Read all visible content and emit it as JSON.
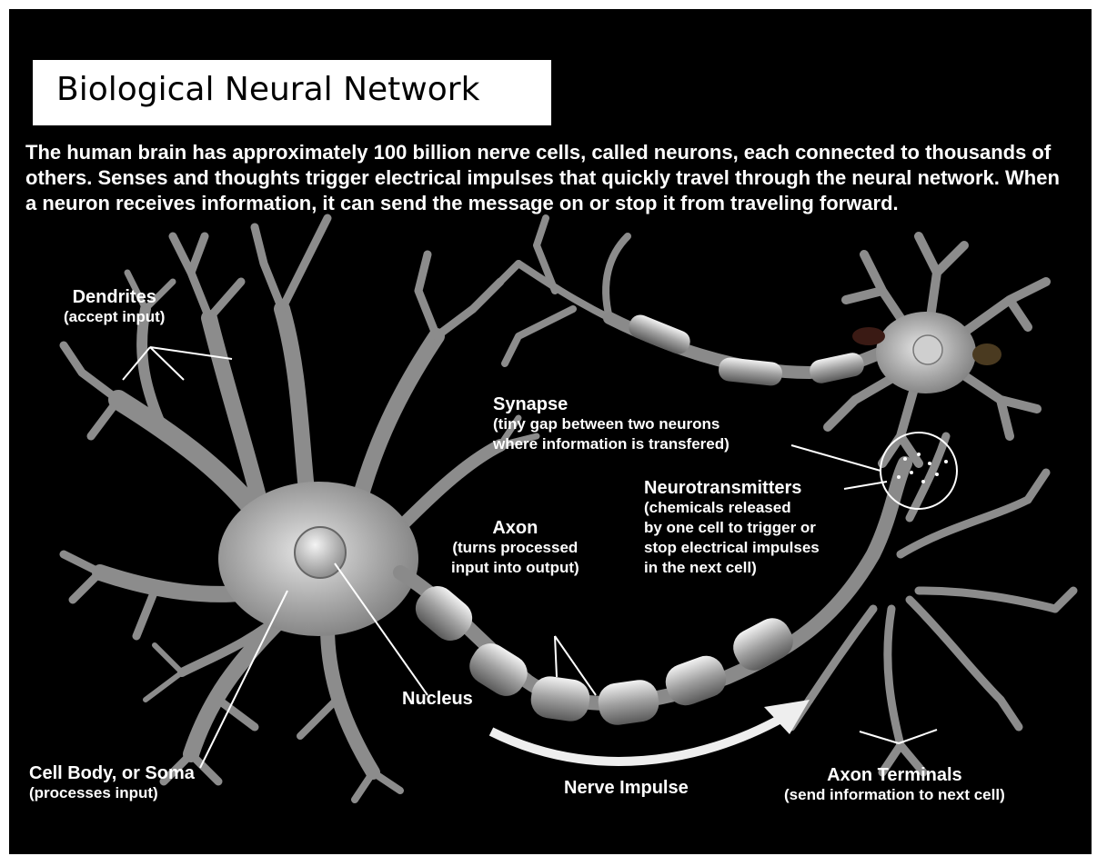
{
  "title": "Biological Neural Network",
  "intro": "The human brain has approximately 100 billion nerve cells, called neurons, each connected to thousands of others. Senses and thoughts trigger electrical impulses that quickly travel through the neural network. When a neuron receives information, it can send the message on or stop it from traveling forward.",
  "labels": {
    "dendrites": {
      "heading": "Dendrites",
      "sub": "(accept input)"
    },
    "synapse": {
      "heading": "Synapse",
      "sub1": "(tiny gap between two neurons",
      "sub2": "where information is transfered)"
    },
    "neurotransmitters": {
      "heading": "Neurotransmitters",
      "sub1": "(chemicals released",
      "sub2": "by one cell to trigger or",
      "sub3": "stop electrical impulses",
      "sub4": "in the next cell)"
    },
    "axon": {
      "heading": "Axon",
      "sub1": "(turns processed",
      "sub2": "input into output)"
    },
    "nucleus": {
      "heading": "Nucleus"
    },
    "cell_body": {
      "heading": "Cell Body, or Soma",
      "sub": "(processes input)"
    },
    "nerve_impulse": {
      "heading": "Nerve Impulse"
    },
    "axon_terminals": {
      "heading": "Axon Terminals",
      "sub": "(send information to next cell)"
    }
  },
  "colors": {
    "background": "#000000",
    "neuron": "#8e8e8e",
    "neuron_light": "#d6d6d6",
    "text": "#ffffff"
  }
}
